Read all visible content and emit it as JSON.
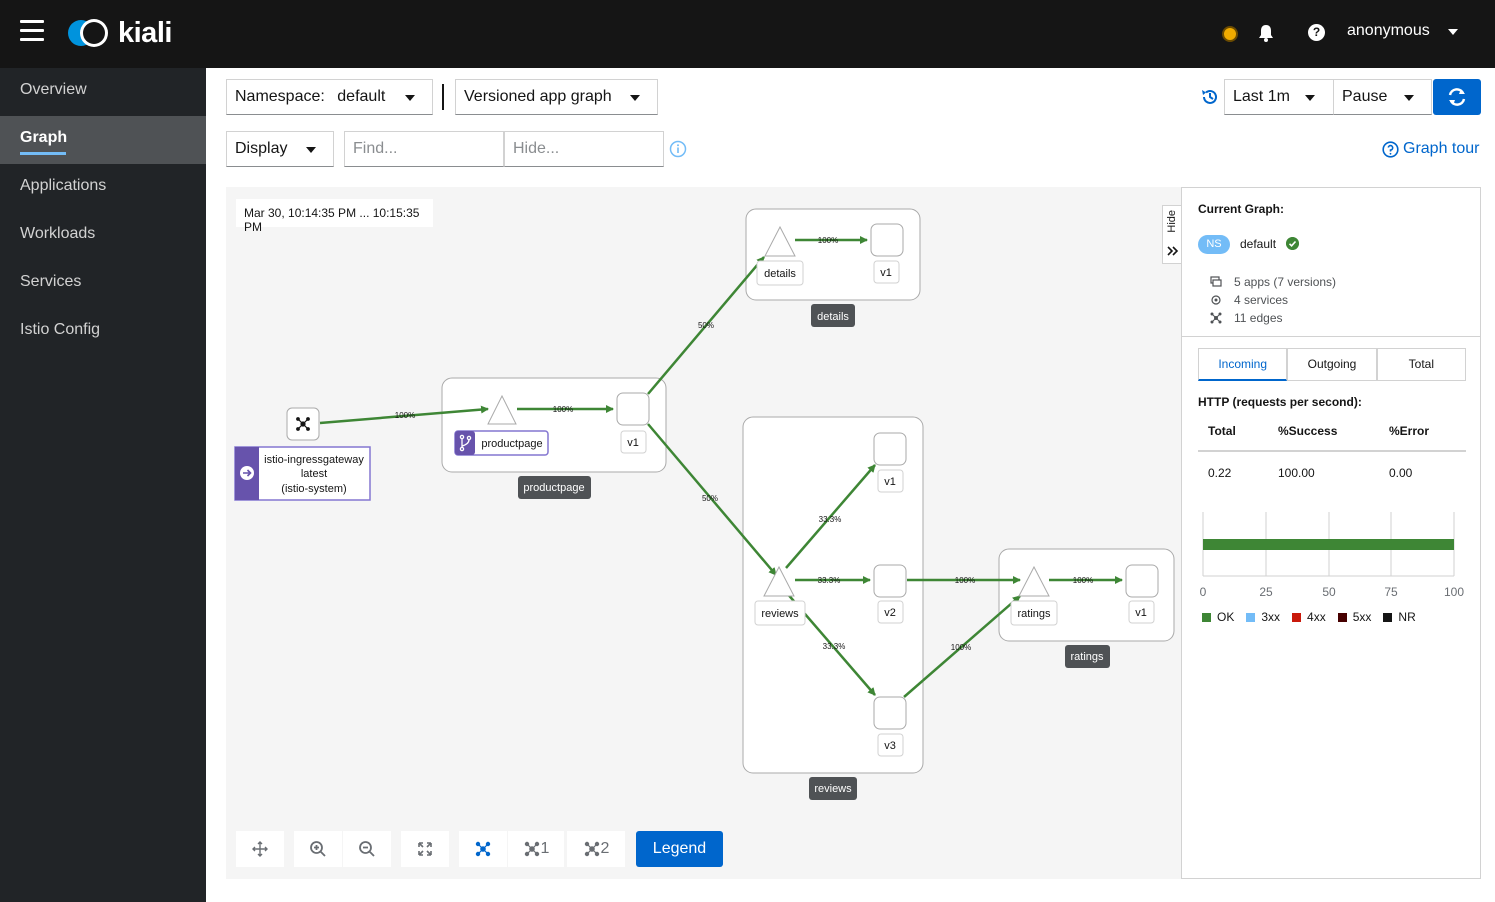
{
  "masthead": {
    "logo_text": "kiali",
    "user": "anonymous"
  },
  "sidebar": {
    "items": [
      {
        "label": "Overview"
      },
      {
        "label": "Graph"
      },
      {
        "label": "Applications"
      },
      {
        "label": "Workloads"
      },
      {
        "label": "Services"
      },
      {
        "label": "Istio Config"
      }
    ]
  },
  "toolbar": {
    "namespace_label": "Namespace:",
    "namespace_value": "default",
    "graph_type": "Versioned app graph",
    "duration": "Last 1m",
    "refresh": "Pause",
    "display": "Display",
    "find_placeholder": "Find...",
    "hide_placeholder": "Hide...",
    "graph_tour": "Graph tour"
  },
  "graph": {
    "time_range": "Mar 30, 10:14:35 PM ... 10:15:35 PM",
    "hide_label": "Hide",
    "ingress": {
      "line1": "istio-ingressgateway",
      "line2": "latest",
      "line3": "(istio-system)"
    },
    "groups": {
      "productpage": "productpage",
      "details": "details",
      "reviews": "reviews",
      "ratings": "ratings"
    },
    "nodes": {
      "productpage": "productpage",
      "productpage_v1": "v1",
      "details": "details",
      "details_v1": "v1",
      "reviews": "reviews",
      "reviews_v1": "v1",
      "reviews_v2": "v2",
      "reviews_v3": "v3",
      "ratings": "ratings",
      "ratings_v1": "v1"
    },
    "edges": {
      "ingress_productpage": "100%",
      "productpage_v1": "100%",
      "productpage_details": "50%",
      "productpage_reviews": "50%",
      "details_v1": "100%",
      "reviews_v1": "33.3%",
      "reviews_v2": "33.3%",
      "reviews_v3": "33.3%",
      "v2_ratings": "100%",
      "v3_ratings": "100%",
      "ratings_v1": "100%"
    }
  },
  "bottom_toolbar": {
    "layout1": "1",
    "layout2": "2",
    "legend": "Legend"
  },
  "panel": {
    "title": "Current Graph:",
    "ns_badge": "NS",
    "namespace": "default",
    "apps": "5 apps (7 versions)",
    "services": "4 services",
    "edges": "11 edges",
    "tabs": [
      "Incoming",
      "Outgoing",
      "Total"
    ],
    "http_title": "HTTP (requests per second):",
    "columns": [
      "Total",
      "%Success",
      "%Error"
    ],
    "values": [
      "0.22",
      "100.00",
      "0.00"
    ],
    "axis_ticks": [
      "0",
      "25",
      "50",
      "75",
      "100"
    ],
    "legend": [
      "OK",
      "3xx",
      "4xx",
      "5xx",
      "NR"
    ],
    "ok_fraction": 1.0
  },
  "colors": {
    "edge": "#3e8635",
    "primary": "#0066cc",
    "ok": "#3e8635",
    "c3xx": "#73bcf7",
    "c4xx": "#c9190b",
    "c5xx": "#470000",
    "nr": "#151515"
  }
}
